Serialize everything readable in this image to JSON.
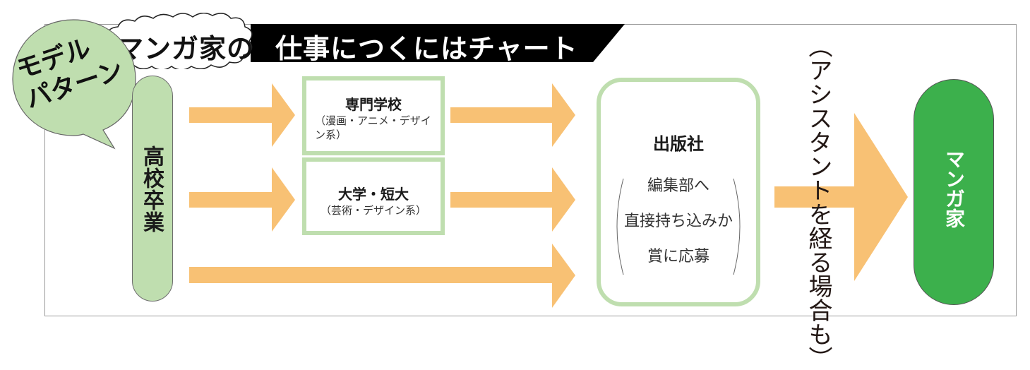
{
  "title": {
    "bubble_label": [
      "モデル",
      "パターン"
    ],
    "left": "マンガ家の",
    "right": "仕事につくにはチャート"
  },
  "start": {
    "label": "高校卒業"
  },
  "schools": [
    {
      "name": "専門学校",
      "detail": "（漫画・アニメ・デザイン系）"
    },
    {
      "name": "大学・短大",
      "detail": "（芸術・デザイン系）"
    }
  ],
  "publisher": {
    "name": "出版社",
    "lines": [
      "編集部へ",
      "直接持ち込みか",
      "賞に応募"
    ]
  },
  "assistant_note": "（アシスタントを経る場合も）",
  "goal": {
    "label": "マンガ家"
  },
  "colors": {
    "arrow": "#f8c174",
    "box_border": "#bfdeaf",
    "start_fill": "#bfdeaf",
    "goal_fill": "#3cb04c",
    "title_bar": "#000000"
  }
}
